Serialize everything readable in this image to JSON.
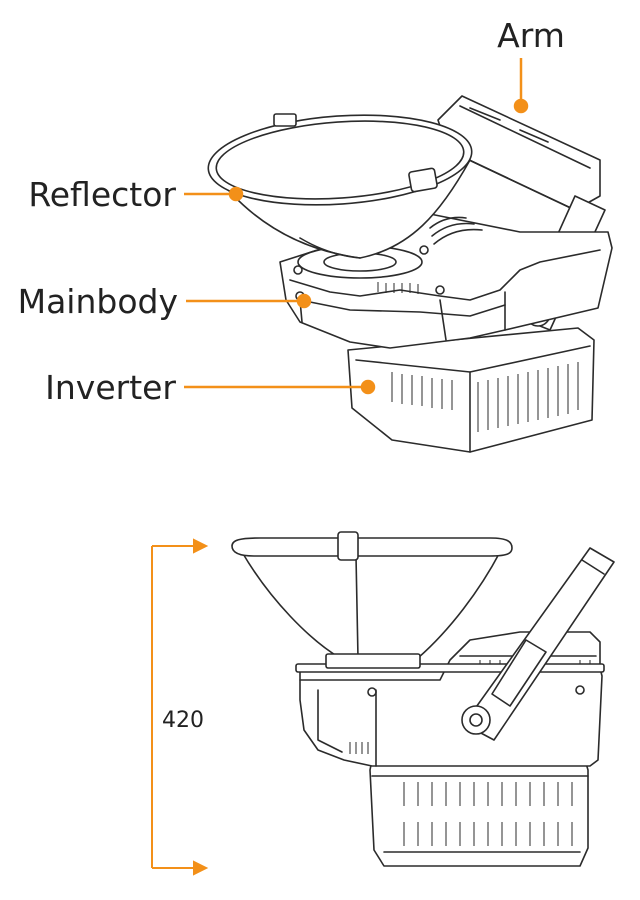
{
  "labels": {
    "arm": "Arm",
    "reflector": "Reflector",
    "mainbody": "Mainbody",
    "inverter": "Inverter"
  },
  "dimension": {
    "height_value": "420"
  },
  "colors": {
    "accent": "#F39019",
    "line": "#2B2B2B",
    "text": "#222222"
  }
}
